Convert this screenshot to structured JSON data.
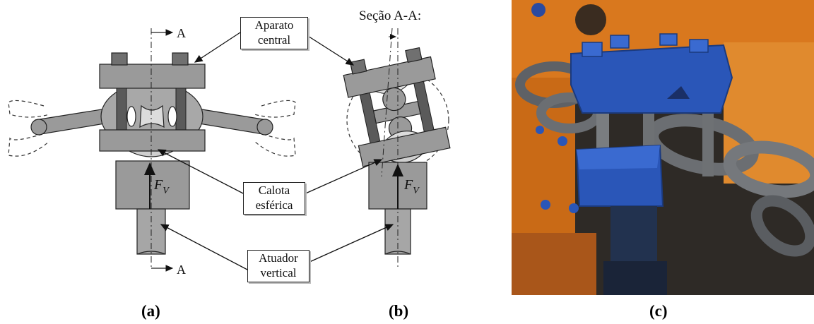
{
  "labels": {
    "section_marker_top": "A",
    "section_marker_bottom": "A",
    "section_title": "Seção A-A:",
    "force_a": "F",
    "force_a_sub": "V",
    "force_b": "F",
    "force_b_sub": "V"
  },
  "callouts": {
    "aparato_line1": "Aparato",
    "aparato_line2": "central",
    "calota_line1": "Calota",
    "calota_line2": "esférica",
    "atuador_line1": "Atuador",
    "atuador_line2": "vertical"
  },
  "captions": {
    "a": "(a)",
    "b": "(b)",
    "c": "(c)"
  },
  "colors": {
    "part_gray": "#9a9a9a",
    "rod_dark": "#5a5a5a",
    "block_blue": "#2a56b8",
    "machine_orange": "#d9781e",
    "chain_steel": "#6b6e72"
  }
}
